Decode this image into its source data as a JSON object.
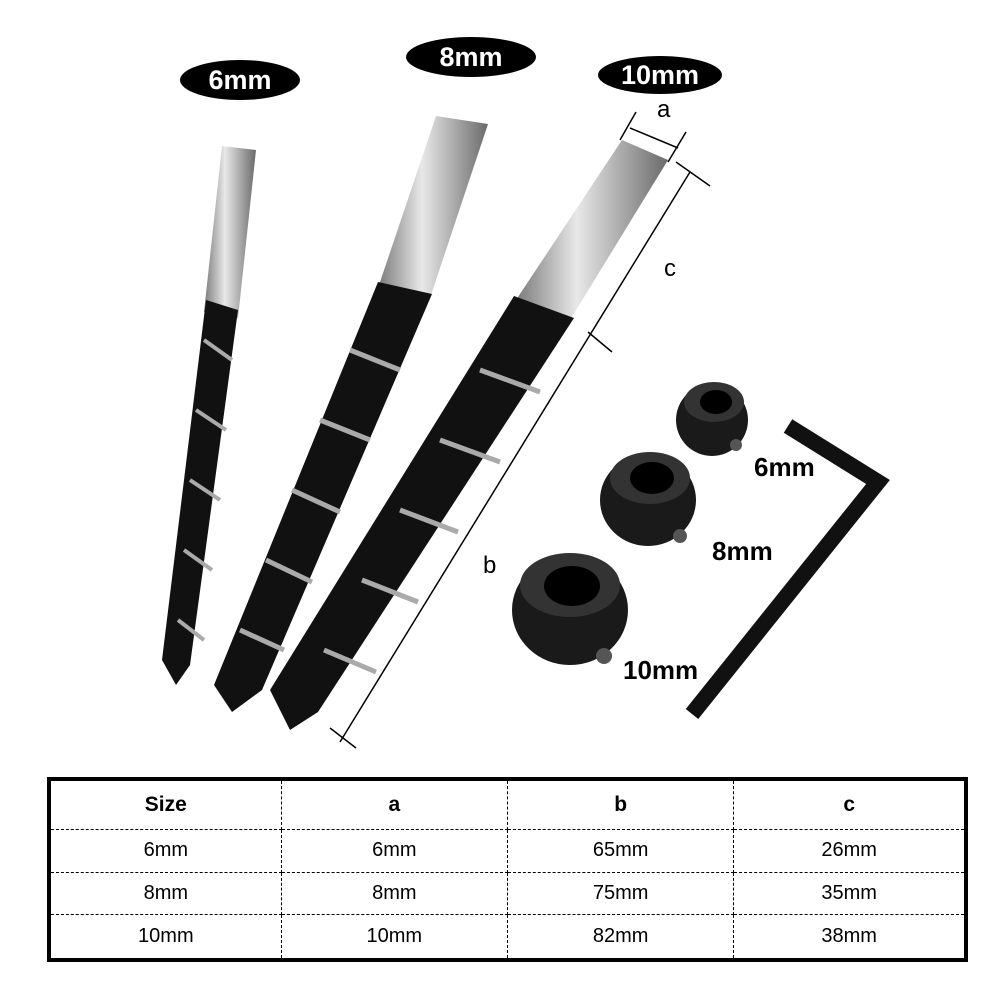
{
  "labels": {
    "bits": [
      "6mm",
      "8mm",
      "10mm"
    ],
    "dimensions": {
      "a": "a",
      "b": "b",
      "c": "c"
    },
    "collars": [
      "6mm",
      "8mm",
      "10mm"
    ]
  },
  "table": {
    "headers": [
      "Size",
      "a",
      "b",
      "c"
    ],
    "rows": [
      [
        "6mm",
        "6mm",
        "65mm",
        "26mm"
      ],
      [
        "8mm",
        "8mm",
        "75mm",
        "35mm"
      ],
      [
        "10mm",
        "10mm",
        "82mm",
        "38mm"
      ]
    ]
  }
}
